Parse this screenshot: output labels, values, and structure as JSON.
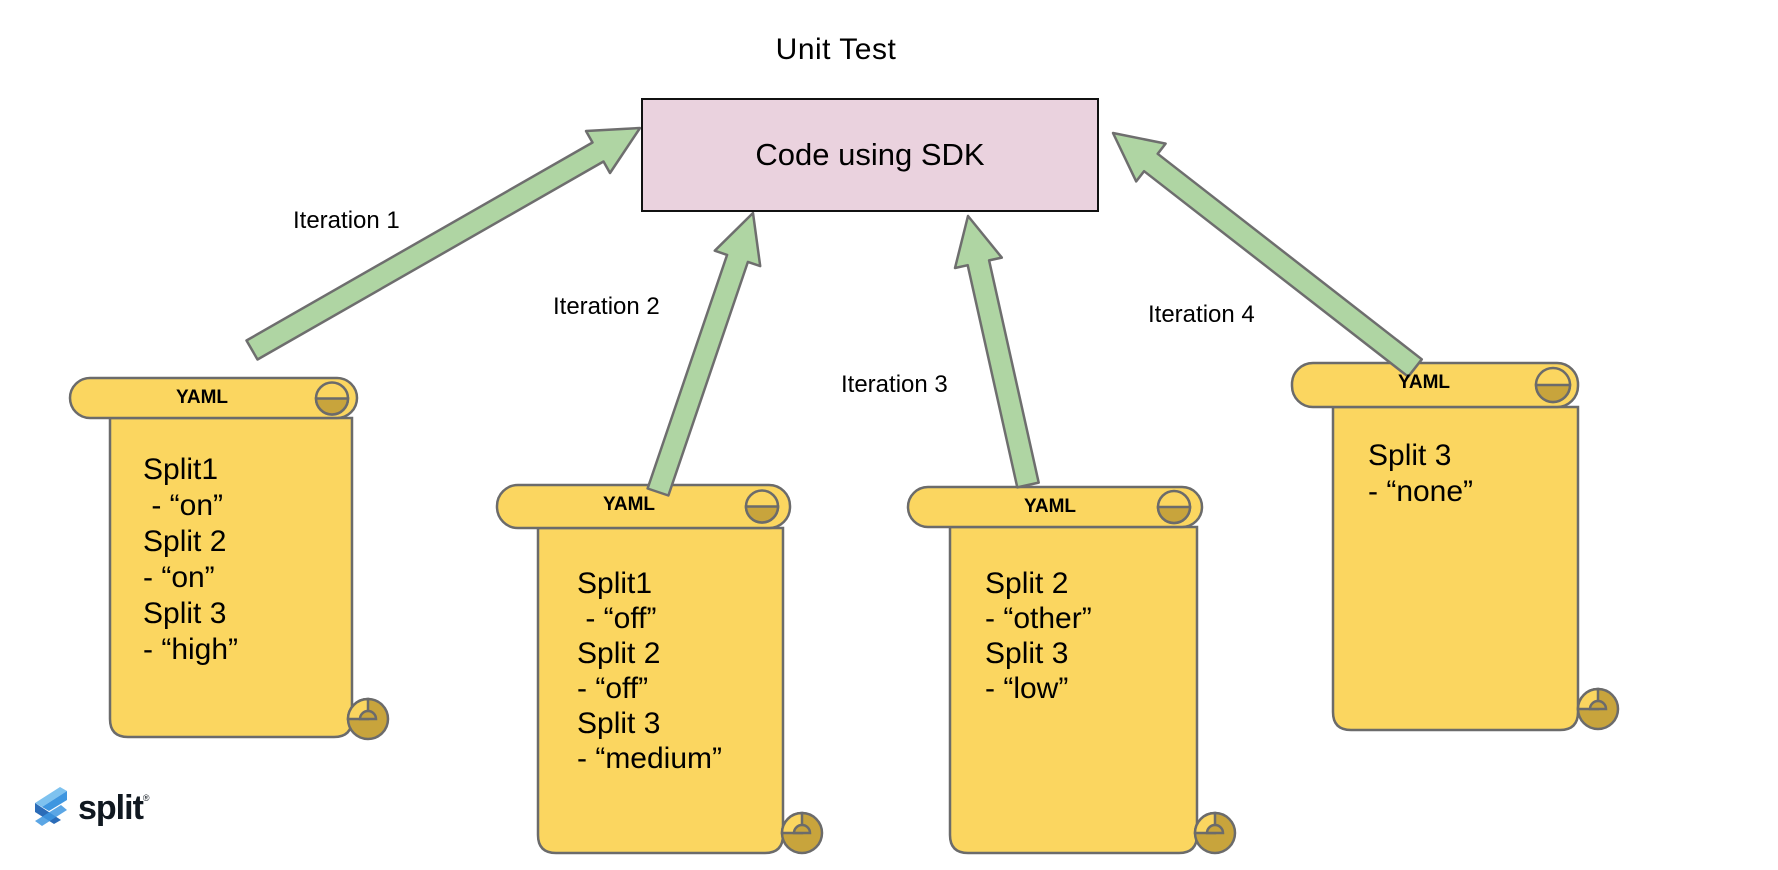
{
  "title": "Unit Test",
  "sdk_box": {
    "label": "Code using SDK"
  },
  "arrows": [
    {
      "label": "Iteration 1"
    },
    {
      "label": "Iteration 2"
    },
    {
      "label": "Iteration 3"
    },
    {
      "label": "Iteration 4"
    }
  ],
  "scrolls": [
    {
      "header": "YAML",
      "lines": [
        "Split1",
        " - “on”",
        "Split 2",
        "- “on”",
        "Split 3",
        "- “high”"
      ]
    },
    {
      "header": "YAML",
      "lines": [
        "Split1",
        " - “off”",
        "Split 2",
        "- “off”",
        "Split 3",
        "- “medium”"
      ]
    },
    {
      "header": "YAML",
      "lines": [
        "Split 2",
        "- “other”",
        "Split 3",
        "- “low”"
      ]
    },
    {
      "header": "YAML",
      "lines": [
        "Split 3",
        "- “none”"
      ]
    }
  ],
  "logo": {
    "text": "split",
    "trademark": "®"
  },
  "colors": {
    "box_fill": "#EAD2DE",
    "box_border": "#111111",
    "scroll_fill": "#FBD660",
    "scroll_curl_fill": "#C8A43C",
    "scroll_border": "#6B6B6B",
    "arrow_fill": "#AFD5A3",
    "arrow_border": "#6E6E6E",
    "logo_blue_light": "#7EC2EF",
    "logo_blue_mid": "#3E96E0",
    "logo_blue_dark": "#2B6CB8",
    "logo_text": "#101820",
    "text_color": "#000000"
  }
}
